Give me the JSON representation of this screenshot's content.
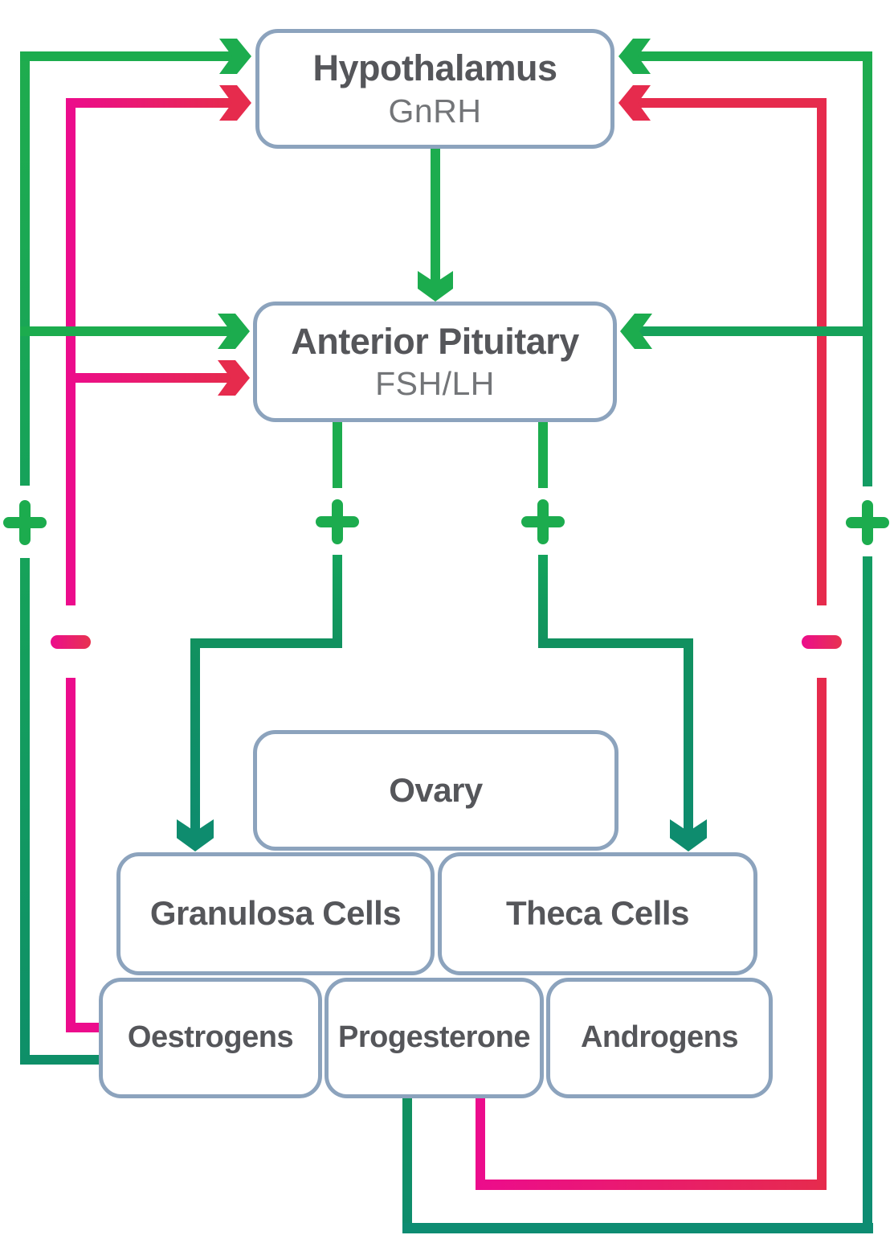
{
  "diagram": {
    "type": "feedback-flow-diagram",
    "subject": "Hypothalamic-pituitary-ovarian axis hormone feedback",
    "nodes": [
      {
        "id": "hypothalamus",
        "title": "Hypothalamus",
        "subtitle": "GnRH"
      },
      {
        "id": "anterior-pituitary",
        "title": "Anterior Pituitary",
        "subtitle": "FSH/LH"
      },
      {
        "id": "ovary",
        "title": "Ovary"
      },
      {
        "id": "granulosa-cells",
        "title": "Granulosa Cells"
      },
      {
        "id": "theca-cells",
        "title": "Theca Cells"
      },
      {
        "id": "oestrogens",
        "title": "Oestrogens"
      },
      {
        "id": "progesterone",
        "title": "Progesterone"
      },
      {
        "id": "androgens",
        "title": "Androgens"
      }
    ],
    "symbols": {
      "plus": "+",
      "minus": "−"
    },
    "colors": {
      "stimulation_green": "#1CAC4E",
      "stimulation_teal": "#0E8C72",
      "inhibition_magenta": "#EC0C8C",
      "inhibition_red": "#E62B4D",
      "box_border": "#8CA3BD",
      "title_text": "#55565A",
      "subtitle_text": "#737578"
    },
    "edges": [
      {
        "from": "hypothalamus",
        "to": "anterior-pituitary",
        "sign": "+",
        "color": "green",
        "route": "center-down"
      },
      {
        "from": "anterior-pituitary",
        "to": "granulosa-cells",
        "sign": "+",
        "color": "green",
        "route": "down-left"
      },
      {
        "from": "anterior-pituitary",
        "to": "theca-cells",
        "sign": "+",
        "color": "green",
        "route": "down-right"
      },
      {
        "from": "oestrogens",
        "to": "hypothalamus",
        "sign": "+",
        "color": "green",
        "route": "left-outer"
      },
      {
        "from": "oestrogens",
        "to": "anterior-pituitary",
        "sign": "+",
        "color": "green",
        "route": "left-outer"
      },
      {
        "from": "oestrogens",
        "to": "hypothalamus",
        "sign": "−",
        "color": "red",
        "route": "left-inner"
      },
      {
        "from": "oestrogens",
        "to": "anterior-pituitary",
        "sign": "−",
        "color": "red",
        "route": "left-inner"
      },
      {
        "from": "progesterone",
        "to": "hypothalamus",
        "sign": "+",
        "color": "green",
        "route": "right-outer"
      },
      {
        "from": "progesterone",
        "to": "anterior-pituitary",
        "sign": "+",
        "color": "green",
        "route": "right-outer"
      },
      {
        "from": "progesterone",
        "to": "hypothalamus",
        "sign": "−",
        "color": "red",
        "route": "right-inner"
      }
    ]
  }
}
